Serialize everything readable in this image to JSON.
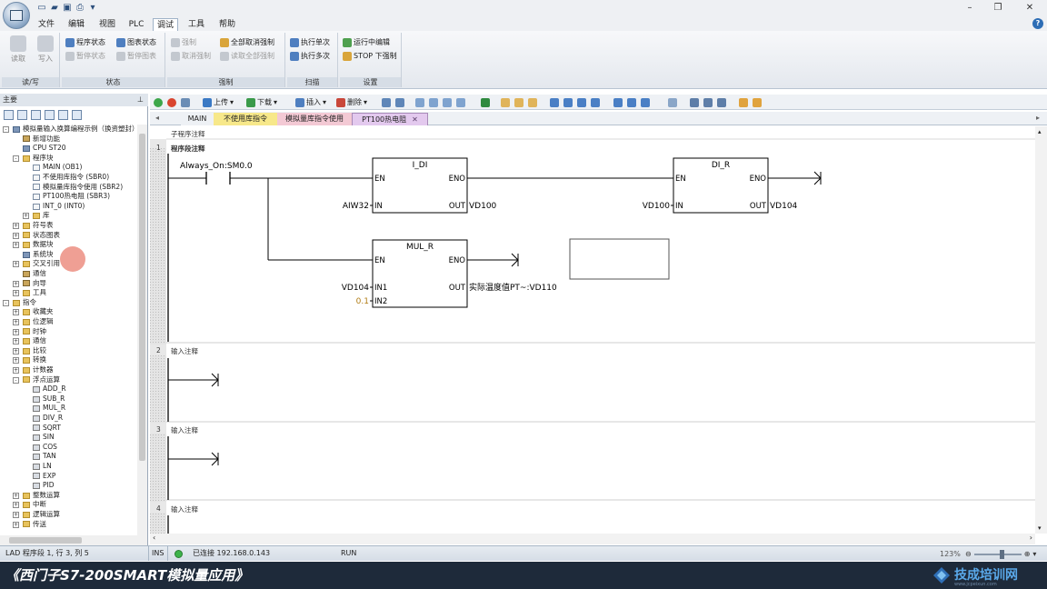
{
  "title_bar": {
    "quick_access": [
      "new-icon",
      "open-icon",
      "save-icon",
      "print-icon"
    ],
    "window_controls": [
      "minimize-icon",
      "restore-icon",
      "close-icon"
    ]
  },
  "menu": {
    "tabs": [
      "文件",
      "编辑",
      "视图",
      "PLC",
      "调试",
      "工具",
      "帮助"
    ],
    "active": "调试"
  },
  "ribbon": {
    "groups": [
      {
        "label": "读/写",
        "buttons": [
          "读取",
          "写入"
        ]
      },
      {
        "label": "状态",
        "buttons": [
          "程序状态",
          "图表状态",
          "暂停状态",
          "暂停图表"
        ]
      },
      {
        "label": "强制",
        "buttons": [
          "强制",
          "全部取消强制",
          "取消强制",
          "读取全部强制"
        ]
      },
      {
        "label": "扫描",
        "buttons": [
          "执行单次",
          "执行多次"
        ]
      },
      {
        "label": "设置",
        "buttons": [
          "运行中编辑",
          "STOP 下强制"
        ]
      }
    ]
  },
  "left_panel": {
    "header": "主要",
    "tree": [
      {
        "label": "模拟量输入换算编程示例（换资塑封）(",
        "level": 0,
        "expander": "-",
        "icon": "block"
      },
      {
        "label": "新增功能",
        "level": 1,
        "icon": "tool"
      },
      {
        "label": "CPU ST20",
        "level": 1,
        "icon": "block"
      },
      {
        "label": "程序块",
        "level": 1,
        "expander": "-",
        "icon": "folder"
      },
      {
        "label": "MAIN (OB1)",
        "level": 2,
        "icon": "page"
      },
      {
        "label": "不使用库指令 (SBR0)",
        "level": 2,
        "icon": "page"
      },
      {
        "label": "模拟量库指令使用 (SBR2)",
        "level": 2,
        "icon": "page"
      },
      {
        "label": "PT100热电阻 (SBR3)",
        "level": 2,
        "icon": "page"
      },
      {
        "label": "INT_0 (INT0)",
        "level": 2,
        "icon": "page"
      },
      {
        "label": "库",
        "level": 2,
        "expander": "+",
        "icon": "folder"
      },
      {
        "label": "符号表",
        "level": 1,
        "expander": "+",
        "icon": "folder"
      },
      {
        "label": "状态图表",
        "level": 1,
        "expander": "+",
        "icon": "folder"
      },
      {
        "label": "数据块",
        "level": 1,
        "expander": "+",
        "icon": "folder"
      },
      {
        "label": "系统块",
        "level": 1,
        "icon": "block"
      },
      {
        "label": "交叉引用",
        "level": 1,
        "expander": "+",
        "icon": "folder"
      },
      {
        "label": "通信",
        "level": 1,
        "icon": "tool"
      },
      {
        "label": "向导",
        "level": 1,
        "expander": "+",
        "icon": "tool"
      },
      {
        "label": "工具",
        "level": 1,
        "expander": "+",
        "icon": "folder"
      },
      {
        "label": "指令",
        "level": 0,
        "expander": "-",
        "icon": "folder"
      },
      {
        "label": "收藏夹",
        "level": 1,
        "expander": "+",
        "icon": "folder"
      },
      {
        "label": "位逻辑",
        "level": 1,
        "expander": "+",
        "icon": "folder"
      },
      {
        "label": "时钟",
        "level": 1,
        "expander": "+",
        "icon": "folder"
      },
      {
        "label": "通信",
        "level": 1,
        "expander": "+",
        "icon": "folder"
      },
      {
        "label": "比较",
        "level": 1,
        "expander": "+",
        "icon": "folder"
      },
      {
        "label": "转换",
        "level": 1,
        "expander": "+",
        "icon": "folder"
      },
      {
        "label": "计数器",
        "level": 1,
        "expander": "+",
        "icon": "folder"
      },
      {
        "label": "浮点运算",
        "level": 1,
        "expander": "-",
        "icon": "folder"
      },
      {
        "label": "ADD_R",
        "level": 2,
        "icon": "instr"
      },
      {
        "label": "SUB_R",
        "level": 2,
        "icon": "instr"
      },
      {
        "label": "MUL_R",
        "level": 2,
        "icon": "instr"
      },
      {
        "label": "DIV_R",
        "level": 2,
        "icon": "instr"
      },
      {
        "label": "SQRT",
        "level": 2,
        "icon": "instr"
      },
      {
        "label": "SIN",
        "level": 2,
        "icon": "instr"
      },
      {
        "label": "COS",
        "level": 2,
        "icon": "instr"
      },
      {
        "label": "TAN",
        "level": 2,
        "icon": "instr"
      },
      {
        "label": "LN",
        "level": 2,
        "icon": "instr"
      },
      {
        "label": "EXP",
        "level": 2,
        "icon": "instr"
      },
      {
        "label": "PID",
        "level": 2,
        "icon": "instr"
      },
      {
        "label": "整数运算",
        "level": 1,
        "expander": "+",
        "icon": "folder"
      },
      {
        "label": "中断",
        "level": 1,
        "expander": "+",
        "icon": "folder"
      },
      {
        "label": "逻辑运算",
        "level": 1,
        "expander": "+",
        "icon": "folder"
      },
      {
        "label": "传送",
        "level": 1,
        "expander": "+",
        "icon": "folder"
      }
    ]
  },
  "editor_toolbar": {
    "upload": "上传",
    "download": "下载",
    "insert": "插入",
    "delete": "删除"
  },
  "editor_tabs": [
    {
      "label": "MAIN",
      "bg": "#eef1f5"
    },
    {
      "label": "不使用库指令",
      "bg": "#f7e88a"
    },
    {
      "label": "模拟量库指令使用",
      "bg": "#f3c9d4"
    },
    {
      "label": "PT100热电阻",
      "bg": "#e3c9ee",
      "active": true,
      "closable": true
    }
  ],
  "ladder": {
    "subroutine_comment": "子程序注释",
    "networks": [
      {
        "number": "1",
        "comment": "程序段注释",
        "contact": "Always_On:SM0.0",
        "blocks": [
          {
            "name": "I_DI",
            "inputs": [
              {
                "pin": "EN"
              },
              {
                "pin": "IN",
                "operand": "AIW32"
              }
            ],
            "outputs": [
              {
                "pin": "ENO"
              },
              {
                "pin": "OUT",
                "operand": "VD100"
              }
            ]
          },
          {
            "name": "DI_R",
            "inputs": [
              {
                "pin": "EN"
              },
              {
                "pin": "IN",
                "operand": "VD100"
              }
            ],
            "outputs": [
              {
                "pin": "ENO"
              },
              {
                "pin": "OUT",
                "operand": "VD104"
              }
            ]
          },
          {
            "name": "MUL_R",
            "inputs": [
              {
                "pin": "EN"
              },
              {
                "pin": "IN1",
                "operand": "VD104"
              },
              {
                "pin": "IN2",
                "operand": "0.1"
              }
            ],
            "outputs": [
              {
                "pin": "ENO"
              },
              {
                "pin": "OUT",
                "operand": "实际温度值PT~:VD110"
              }
            ]
          }
        ]
      },
      {
        "number": "2",
        "comment": "输入注释"
      },
      {
        "number": "3",
        "comment": "输入注释"
      },
      {
        "number": "4",
        "comment": "输入注释"
      }
    ],
    "constant_color": "#b07b12"
  },
  "status_bar": {
    "position": "LAD 程序段 1, 行 3, 列 5",
    "mode": "INS",
    "connection": "已连接 192.168.0.143",
    "state": "RUN",
    "zoom": "123%"
  },
  "caption": {
    "text": "《西门子S7-200SMART模拟量应用》",
    "brand": "技成培训网",
    "brand_url": "www.jcpeixun.com"
  }
}
